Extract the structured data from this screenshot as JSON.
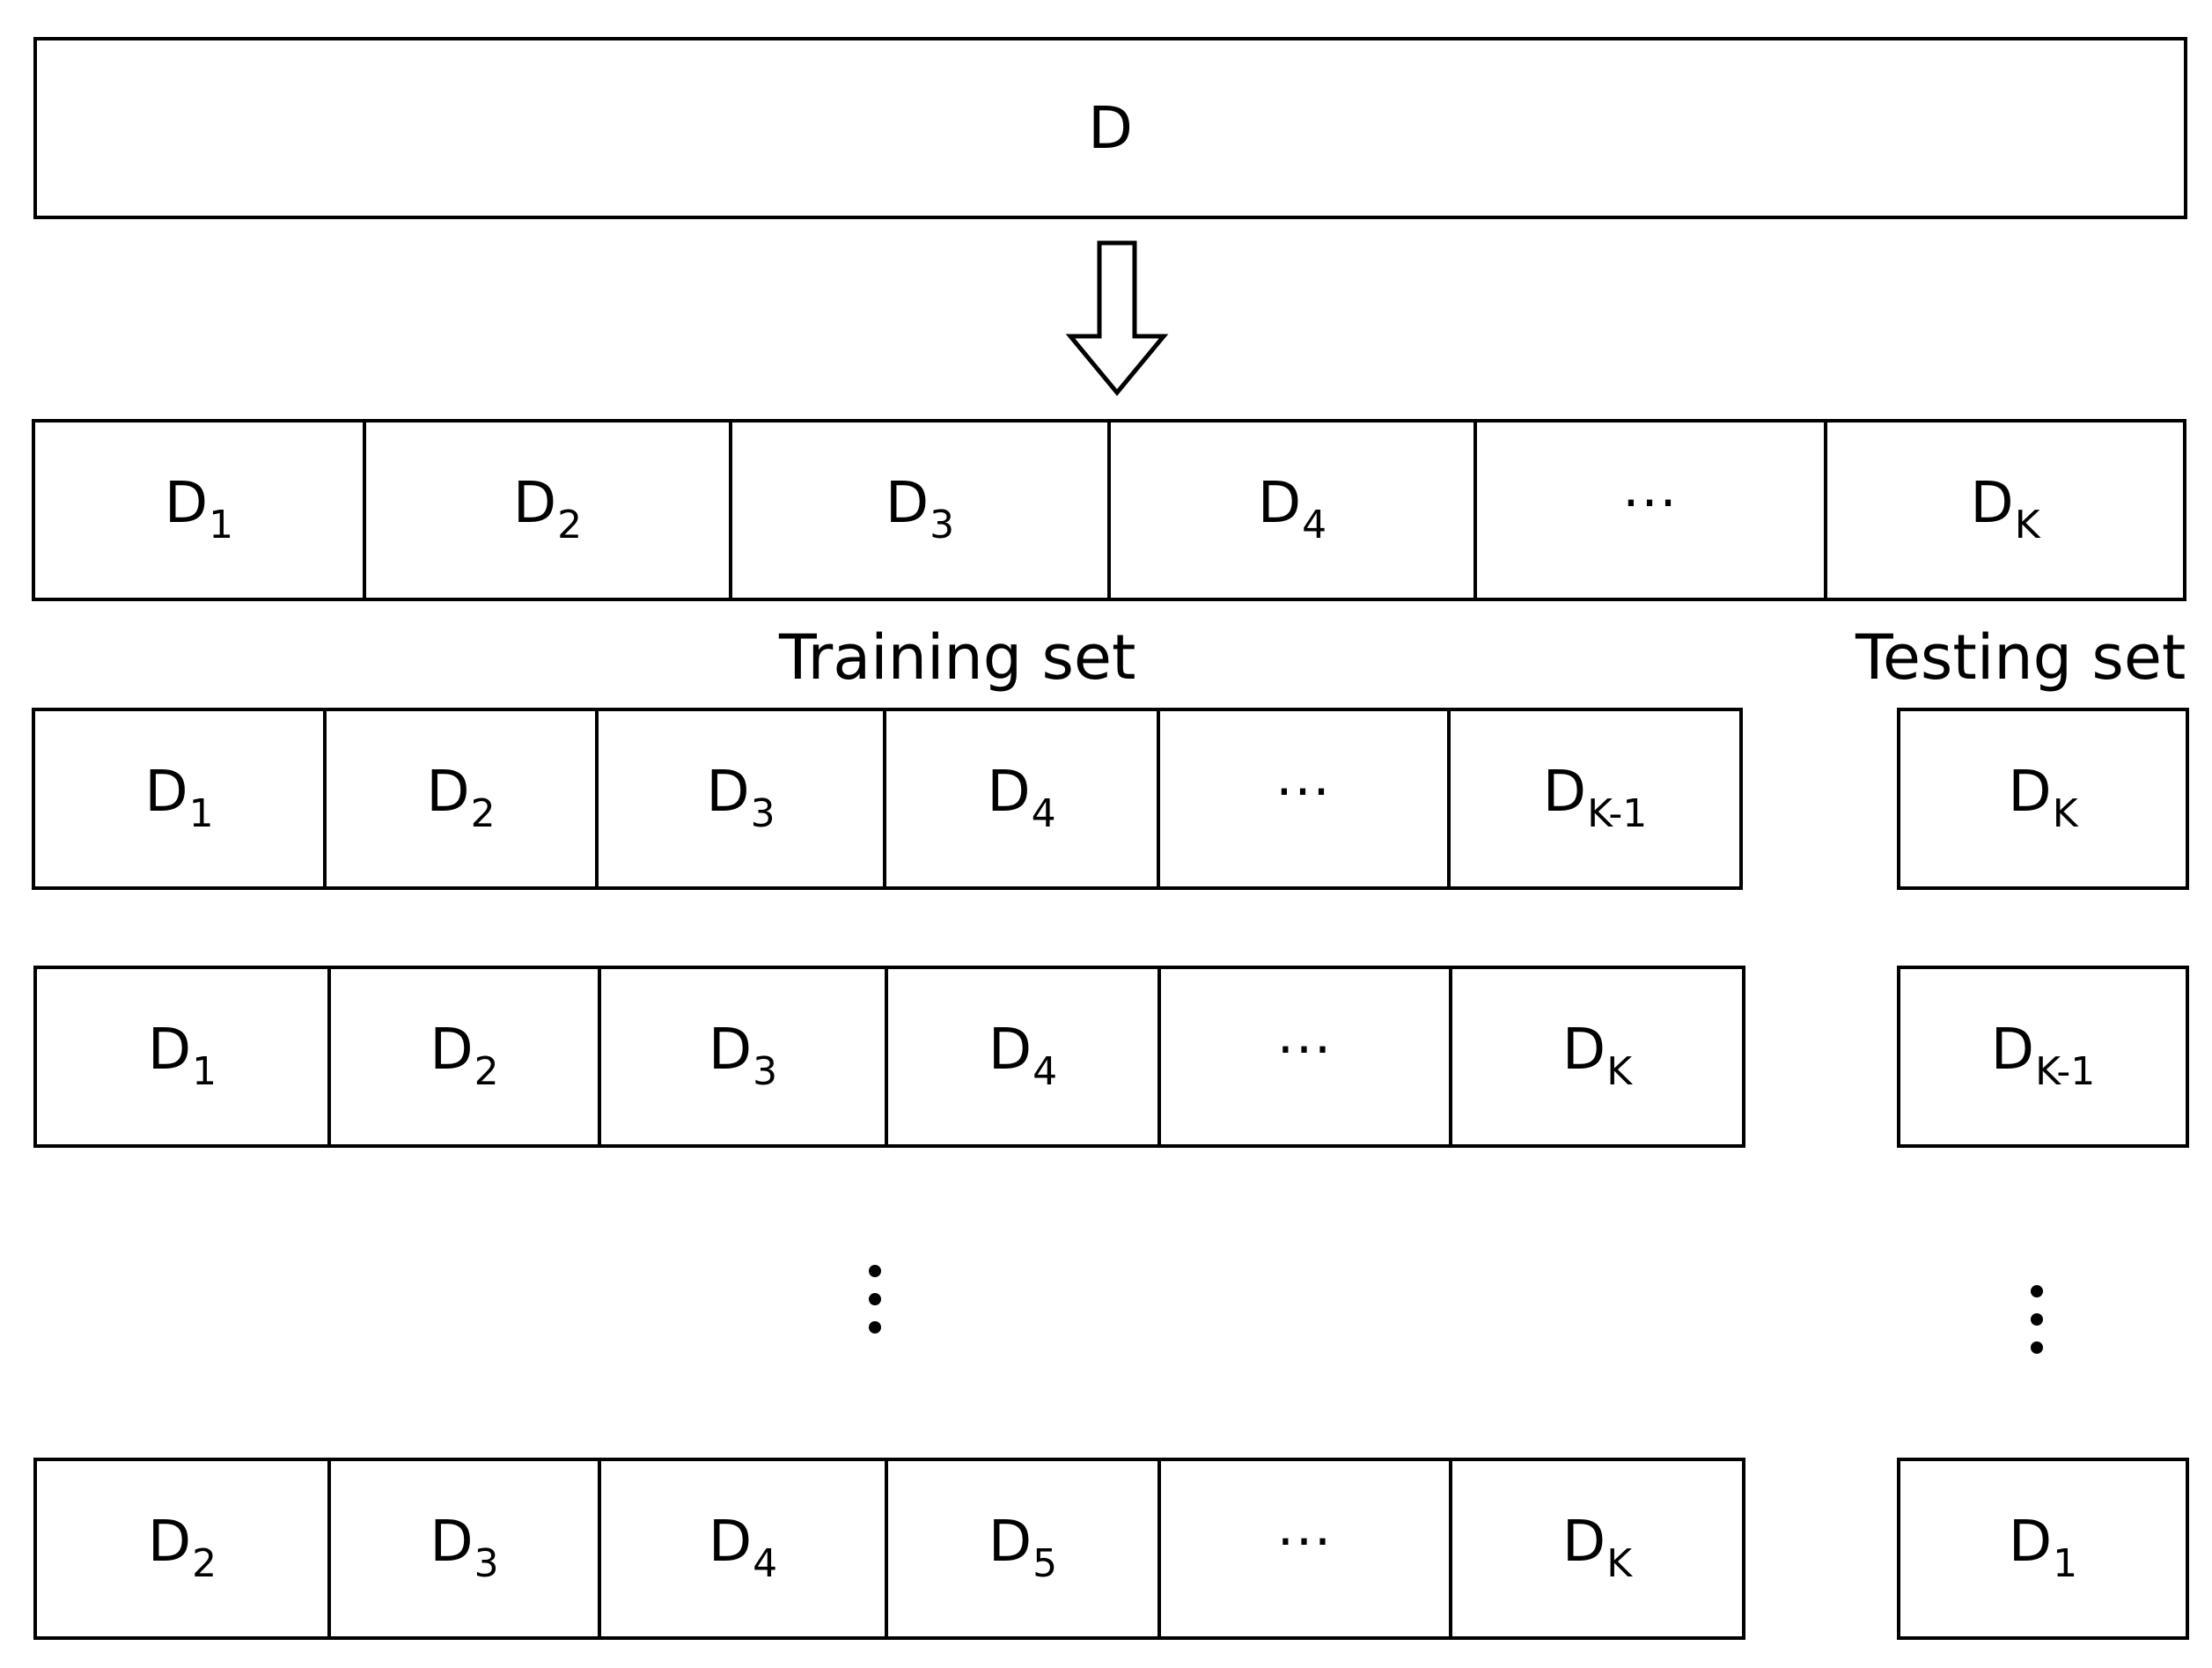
{
  "dataset": {
    "main": "D",
    "sub": ""
  },
  "partition": [
    {
      "main": "D",
      "sub": "1"
    },
    {
      "main": "D",
      "sub": "2"
    },
    {
      "main": "D",
      "sub": "3"
    },
    {
      "main": "D",
      "sub": "4"
    },
    {
      "main": "···",
      "sub": ""
    },
    {
      "main": "D",
      "sub": "K"
    }
  ],
  "labels": {
    "training": "Training set",
    "testing": "Testing set"
  },
  "folds": [
    {
      "train": [
        {
          "main": "D",
          "sub": "1"
        },
        {
          "main": "D",
          "sub": "2"
        },
        {
          "main": "D",
          "sub": "3"
        },
        {
          "main": "D",
          "sub": "4"
        },
        {
          "main": "···",
          "sub": ""
        },
        {
          "main": "D",
          "sub": "K-1"
        }
      ],
      "test": {
        "main": "D",
        "sub": "K"
      }
    },
    {
      "train": [
        {
          "main": "D",
          "sub": "1"
        },
        {
          "main": "D",
          "sub": "2"
        },
        {
          "main": "D",
          "sub": "3"
        },
        {
          "main": "D",
          "sub": "4"
        },
        {
          "main": "···",
          "sub": ""
        },
        {
          "main": "D",
          "sub": "K"
        }
      ],
      "test": {
        "main": "D",
        "sub": "K-1"
      }
    },
    {
      "train": [
        {
          "main": "D",
          "sub": "2"
        },
        {
          "main": "D",
          "sub": "3"
        },
        {
          "main": "D",
          "sub": "4"
        },
        {
          "main": "D",
          "sub": "5"
        },
        {
          "main": "···",
          "sub": ""
        },
        {
          "main": "D",
          "sub": "K"
        }
      ],
      "test": {
        "main": "D",
        "sub": "1"
      }
    }
  ]
}
